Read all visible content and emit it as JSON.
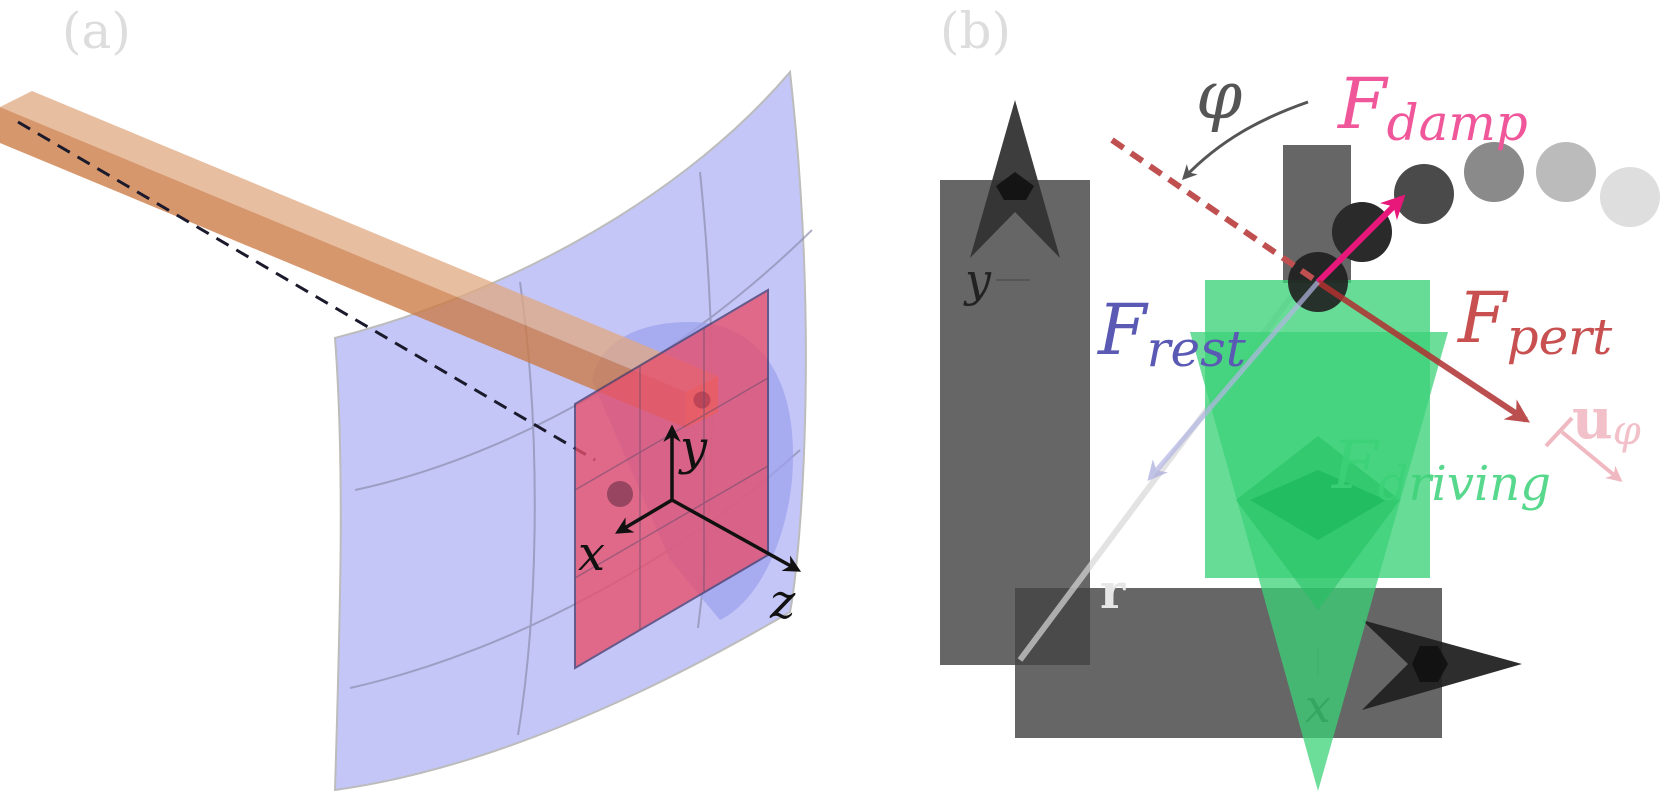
{
  "panels": {
    "a": {
      "label": "(a)"
    },
    "b": {
      "label": "(b)"
    }
  },
  "axes_a": {
    "x": "x",
    "y": "y",
    "z": "z"
  },
  "axes_b": {
    "x": "x",
    "y": "y"
  },
  "forces": {
    "damp": {
      "base": "F",
      "sub": "damp",
      "color": "#f0579a"
    },
    "pert": {
      "base": "F",
      "sub": "pert",
      "color": "#c85050"
    },
    "rest": {
      "base": "F",
      "sub": "rest",
      "color": "#5a5ab4"
    },
    "driving": {
      "base": "F",
      "sub": "driving",
      "color": "#3cd278"
    }
  },
  "symbols": {
    "phi": "φ",
    "u_bold": "u",
    "u_sub": "φ",
    "r": "r"
  },
  "colors": {
    "screen": "#c4c6f8",
    "rod": "#d08a58",
    "plate": "#e8606e",
    "gray_block": "#666666",
    "green": "#3cd278"
  }
}
